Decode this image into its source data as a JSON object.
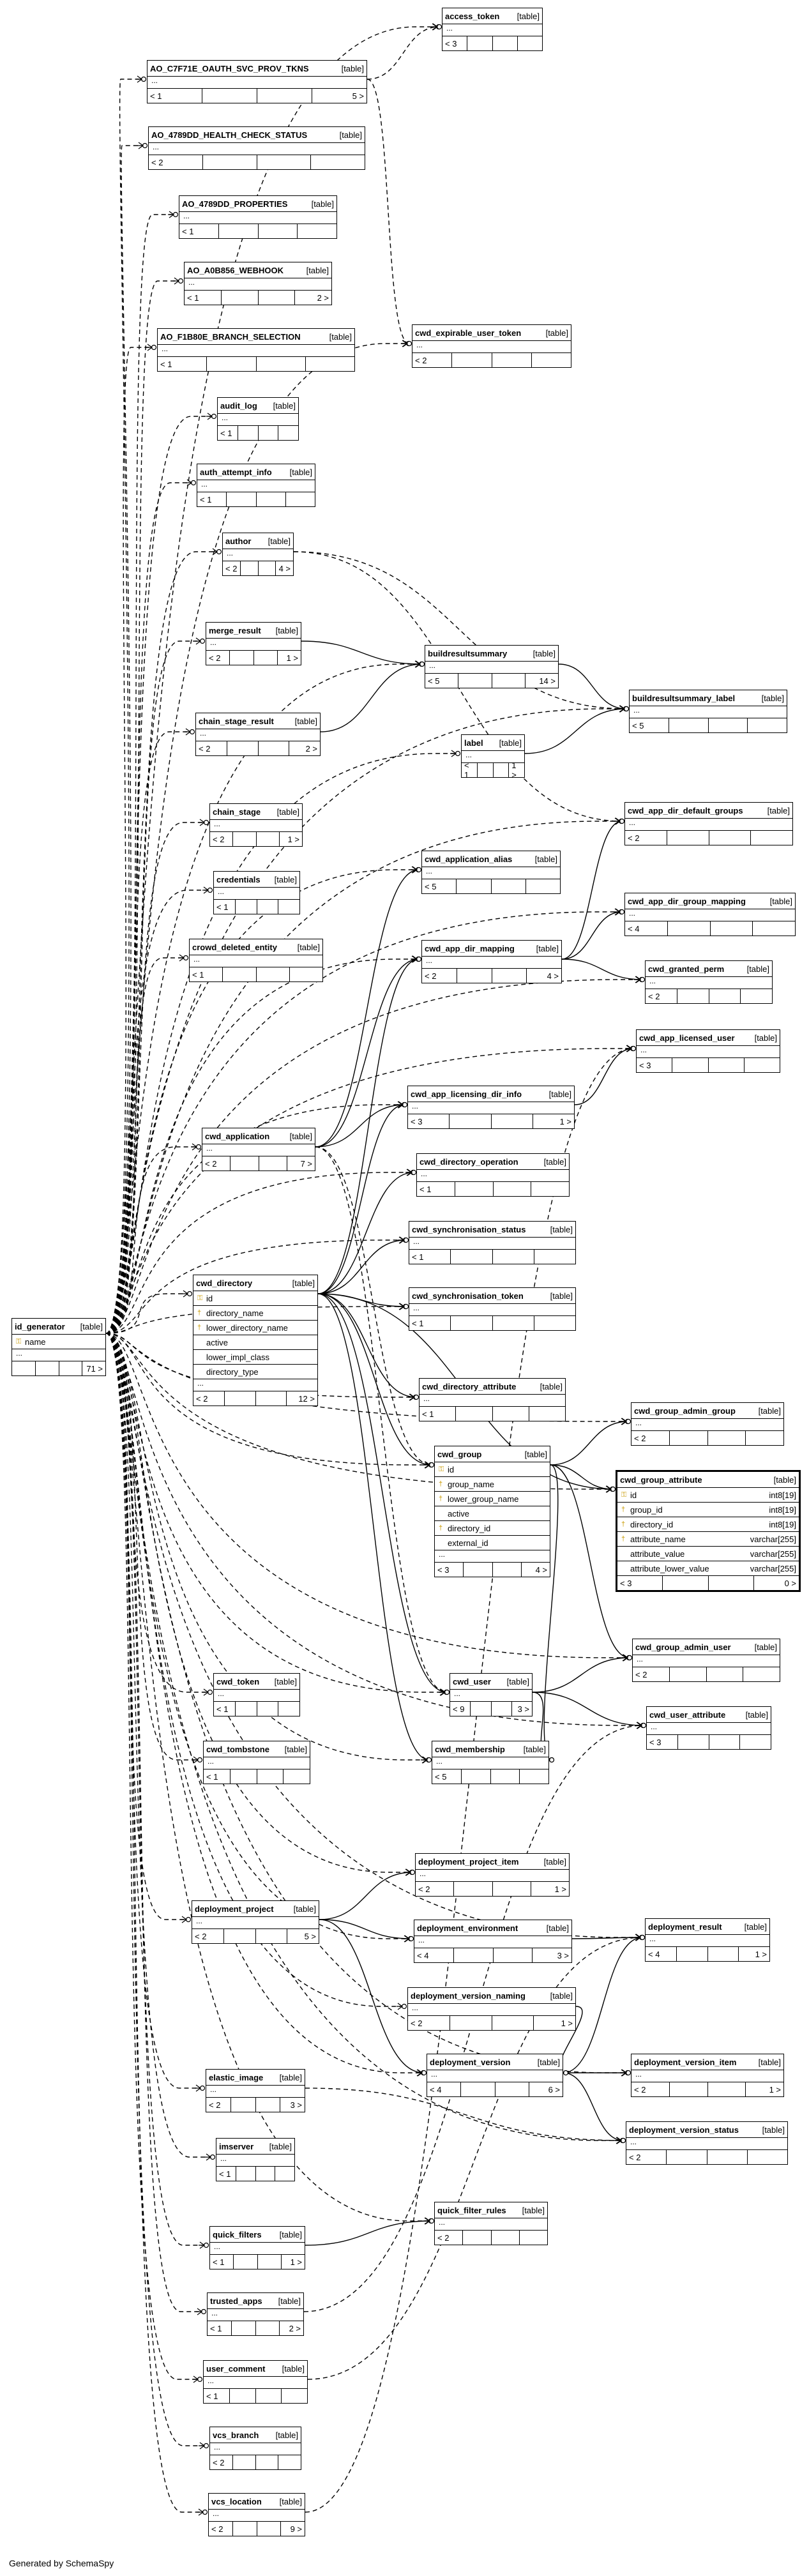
{
  "tables": [
    {
      "id": "id_generator",
      "name": "id_generator",
      "type": "[table]",
      "cols": [
        {
          "key": "pk",
          "name": "name"
        }
      ],
      "more": true,
      "parents": "",
      "children": "71 >"
    },
    {
      "id": "access_token",
      "name": "access_token",
      "type": "[table]",
      "cols": [],
      "more": true,
      "parents": "< 3",
      "children": ""
    },
    {
      "id": "ao_c7f",
      "name": "AO_C7F71E_OAUTH_SVC_PROV_TKNS",
      "type": "[table]",
      "cols": [],
      "more": true,
      "parents": "< 1",
      "children": "5 >"
    },
    {
      "id": "ao_4789_hc",
      "name": "AO_4789DD_HEALTH_CHECK_STATUS",
      "type": "[table]",
      "cols": [],
      "more": true,
      "parents": "< 2",
      "children": ""
    },
    {
      "id": "ao_4789_pr",
      "name": "AO_4789DD_PROPERTIES",
      "type": "[table]",
      "cols": [],
      "more": true,
      "parents": "< 1",
      "children": ""
    },
    {
      "id": "ao_a0b",
      "name": "AO_A0B856_WEBHOOK",
      "type": "[table]",
      "cols": [],
      "more": true,
      "parents": "< 1",
      "children": "2 >"
    },
    {
      "id": "ao_f1b",
      "name": "AO_F1B80E_BRANCH_SELECTION",
      "type": "[table]",
      "cols": [],
      "more": true,
      "parents": "< 1",
      "children": ""
    },
    {
      "id": "cwd_exp",
      "name": "cwd_expirable_user_token",
      "type": "[table]",
      "cols": [],
      "more": true,
      "parents": "< 2",
      "children": ""
    },
    {
      "id": "audit_log",
      "name": "audit_log",
      "type": "[table]",
      "cols": [],
      "more": true,
      "parents": "< 1",
      "children": ""
    },
    {
      "id": "auth_attempt",
      "name": "auth_attempt_info",
      "type": "[table]",
      "cols": [],
      "more": true,
      "parents": "< 1",
      "children": ""
    },
    {
      "id": "author",
      "name": "author",
      "type": "[table]",
      "cols": [],
      "more": true,
      "parents": "< 2",
      "children": "4 >"
    },
    {
      "id": "merge_result",
      "name": "merge_result",
      "type": "[table]",
      "cols": [],
      "more": true,
      "parents": "< 2",
      "children": "1 >"
    },
    {
      "id": "buildresultsummary",
      "name": "buildresultsummary",
      "type": "[table]",
      "cols": [],
      "more": true,
      "parents": "< 5",
      "children": "14 >"
    },
    {
      "id": "brs_label",
      "name": "buildresultsummary_label",
      "type": "[table]",
      "cols": [],
      "more": true,
      "parents": "< 5",
      "children": ""
    },
    {
      "id": "chain_stage_result",
      "name": "chain_stage_result",
      "type": "[table]",
      "cols": [],
      "more": true,
      "parents": "< 2",
      "children": "2 >"
    },
    {
      "id": "label",
      "name": "label",
      "type": "[table]",
      "cols": [],
      "more": true,
      "parents": "< 1",
      "children": "1 >"
    },
    {
      "id": "chain_stage",
      "name": "chain_stage",
      "type": "[table]",
      "cols": [],
      "more": true,
      "parents": "< 2",
      "children": "1 >"
    },
    {
      "id": "cwd_add_def",
      "name": "cwd_app_dir_default_groups",
      "type": "[table]",
      "cols": [],
      "more": true,
      "parents": "< 2",
      "children": ""
    },
    {
      "id": "credentials",
      "name": "credentials",
      "type": "[table]",
      "cols": [],
      "more": true,
      "parents": "< 1",
      "children": ""
    },
    {
      "id": "cwd_app_alias",
      "name": "cwd_application_alias",
      "type": "[table]",
      "cols": [],
      "more": true,
      "parents": "< 5",
      "children": ""
    },
    {
      "id": "cwd_adgm",
      "name": "cwd_app_dir_group_mapping",
      "type": "[table]",
      "cols": [],
      "more": true,
      "parents": "< 4",
      "children": ""
    },
    {
      "id": "crowd_del",
      "name": "crowd_deleted_entity",
      "type": "[table]",
      "cols": [],
      "more": true,
      "parents": "< 1",
      "children": ""
    },
    {
      "id": "cwd_adm",
      "name": "cwd_app_dir_mapping",
      "type": "[table]",
      "cols": [],
      "more": true,
      "parents": "< 2",
      "children": "4 >"
    },
    {
      "id": "cwd_gp",
      "name": "cwd_granted_perm",
      "type": "[table]",
      "cols": [],
      "more": true,
      "parents": "< 2",
      "children": ""
    },
    {
      "id": "cwd_alu",
      "name": "cwd_app_licensed_user",
      "type": "[table]",
      "cols": [],
      "more": true,
      "parents": "< 3",
      "children": ""
    },
    {
      "id": "cwd_aldi",
      "name": "cwd_app_licensing_dir_info",
      "type": "[table]",
      "cols": [],
      "more": true,
      "parents": "< 3",
      "children": "1 >"
    },
    {
      "id": "cwd_application",
      "name": "cwd_application",
      "type": "[table]",
      "cols": [],
      "more": true,
      "parents": "< 2",
      "children": "7 >"
    },
    {
      "id": "cwd_dir_op",
      "name": "cwd_directory_operation",
      "type": "[table]",
      "cols": [],
      "more": true,
      "parents": "< 1",
      "children": ""
    },
    {
      "id": "cwd_sync_status",
      "name": "cwd_synchronisation_status",
      "type": "[table]",
      "cols": [],
      "more": true,
      "parents": "< 1",
      "children": ""
    },
    {
      "id": "cwd_directory",
      "name": "cwd_directory",
      "type": "[table]",
      "cols": [
        {
          "key": "pk",
          "name": "id"
        },
        {
          "key": "fk",
          "name": "directory_name"
        },
        {
          "key": "fk",
          "name": "lower_directory_name"
        },
        {
          "key": "",
          "name": "active"
        },
        {
          "key": "",
          "name": "lower_impl_class"
        },
        {
          "key": "",
          "name": "directory_type"
        }
      ],
      "more": true,
      "parents": "< 2",
      "children": "12 >"
    },
    {
      "id": "cwd_sync_token",
      "name": "cwd_synchronisation_token",
      "type": "[table]",
      "cols": [],
      "more": true,
      "parents": "< 1",
      "children": ""
    },
    {
      "id": "cwd_dir_attr",
      "name": "cwd_directory_attribute",
      "type": "[table]",
      "cols": [],
      "more": true,
      "parents": "< 1",
      "children": ""
    },
    {
      "id": "cwd_gag",
      "name": "cwd_group_admin_group",
      "type": "[table]",
      "cols": [],
      "more": true,
      "parents": "< 2",
      "children": ""
    },
    {
      "id": "cwd_group",
      "name": "cwd_group",
      "type": "[table]",
      "cols": [
        {
          "key": "pk",
          "name": "id"
        },
        {
          "key": "fk",
          "name": "group_name"
        },
        {
          "key": "fk",
          "name": "lower_group_name"
        },
        {
          "key": "",
          "name": "active"
        },
        {
          "key": "fk",
          "name": "directory_id"
        },
        {
          "key": "",
          "name": "external_id"
        }
      ],
      "more": true,
      "parents": "< 3",
      "children": "4 >"
    },
    {
      "id": "cwd_group_attr",
      "name": "cwd_group_attribute",
      "type": "[table]",
      "focus": true,
      "cols": [
        {
          "key": "pk",
          "name": "id",
          "type": "int8[19]"
        },
        {
          "key": "fk",
          "name": "group_id",
          "type": "int8[19]"
        },
        {
          "key": "fk",
          "name": "directory_id",
          "type": "int8[19]"
        },
        {
          "key": "fk",
          "name": "attribute_name",
          "type": "varchar[255]"
        },
        {
          "key": "",
          "name": "attribute_value",
          "type": "varchar[255]"
        },
        {
          "key": "",
          "name": "attribute_lower_value",
          "type": "varchar[255]"
        }
      ],
      "more": false,
      "parents": "< 3",
      "children": "0 >"
    },
    {
      "id": "cwd_gau",
      "name": "cwd_group_admin_user",
      "type": "[table]",
      "cols": [],
      "more": true,
      "parents": "< 2",
      "children": ""
    },
    {
      "id": "cwd_token",
      "name": "cwd_token",
      "type": "[table]",
      "cols": [],
      "more": true,
      "parents": "< 1",
      "children": ""
    },
    {
      "id": "cwd_user",
      "name": "cwd_user",
      "type": "[table]",
      "cols": [],
      "more": true,
      "parents": "< 9",
      "children": "3 >"
    },
    {
      "id": "cwd_user_attr",
      "name": "cwd_user_attribute",
      "type": "[table]",
      "cols": [],
      "more": true,
      "parents": "< 3",
      "children": ""
    },
    {
      "id": "cwd_tombstone",
      "name": "cwd_tombstone",
      "type": "[table]",
      "cols": [],
      "more": true,
      "parents": "< 1",
      "children": ""
    },
    {
      "id": "cwd_membership",
      "name": "cwd_membership",
      "type": "[table]",
      "cols": [],
      "more": true,
      "parents": "< 5",
      "children": ""
    },
    {
      "id": "dep_proj_item",
      "name": "deployment_project_item",
      "type": "[table]",
      "cols": [],
      "more": true,
      "parents": "< 2",
      "children": "1 >"
    },
    {
      "id": "dep_project",
      "name": "deployment_project",
      "type": "[table]",
      "cols": [],
      "more": true,
      "parents": "< 2",
      "children": "5 >"
    },
    {
      "id": "dep_env",
      "name": "deployment_environment",
      "type": "[table]",
      "cols": [],
      "more": true,
      "parents": "< 4",
      "children": "3 >"
    },
    {
      "id": "dep_result",
      "name": "deployment_result",
      "type": "[table]",
      "cols": [],
      "more": true,
      "parents": "< 4",
      "children": "1 >"
    },
    {
      "id": "dep_vnaming",
      "name": "deployment_version_naming",
      "type": "[table]",
      "cols": [],
      "more": true,
      "parents": "< 2",
      "children": "1 >"
    },
    {
      "id": "dep_version",
      "name": "deployment_version",
      "type": "[table]",
      "cols": [],
      "more": true,
      "parents": "< 4",
      "children": "6 >"
    },
    {
      "id": "dep_vitem",
      "name": "deployment_version_item",
      "type": "[table]",
      "cols": [],
      "more": true,
      "parents": "< 2",
      "children": "1 >"
    },
    {
      "id": "elastic_image",
      "name": "elastic_image",
      "type": "[table]",
      "cols": [],
      "more": true,
      "parents": "< 2",
      "children": "3 >"
    },
    {
      "id": "dep_vstatus",
      "name": "deployment_version_status",
      "type": "[table]",
      "cols": [],
      "more": true,
      "parents": "< 2",
      "children": ""
    },
    {
      "id": "imserver",
      "name": "imserver",
      "type": "[table]",
      "cols": [],
      "more": true,
      "parents": "< 1",
      "children": ""
    },
    {
      "id": "qf_rules",
      "name": "quick_filter_rules",
      "type": "[table]",
      "cols": [],
      "more": true,
      "parents": "< 2",
      "children": ""
    },
    {
      "id": "quick_filters",
      "name": "quick_filters",
      "type": "[table]",
      "cols": [],
      "more": true,
      "parents": "< 1",
      "children": "1 >"
    },
    {
      "id": "trusted_apps",
      "name": "trusted_apps",
      "type": "[table]",
      "cols": [],
      "more": true,
      "parents": "< 1",
      "children": "2 >"
    },
    {
      "id": "user_comment",
      "name": "user_comment",
      "type": "[table]",
      "cols": [],
      "more": true,
      "parents": "< 1",
      "children": ""
    },
    {
      "id": "vcs_branch",
      "name": "vcs_branch",
      "type": "[table]",
      "cols": [],
      "more": true,
      "parents": "< 2",
      "children": ""
    },
    {
      "id": "vcs_location",
      "name": "vcs_location",
      "type": "[table]",
      "cols": [],
      "more": true,
      "parents": "< 2",
      "children": "9 >"
    }
  ],
  "relations": [
    {
      "from": "ao_c7f",
      "to": "access_token",
      "solid": false
    },
    {
      "from": "ao_c7f",
      "to": "cwd_exp",
      "solid": false
    },
    {
      "from": "merge_result",
      "to": "buildresultsummary",
      "solid": true
    },
    {
      "from": "chain_stage_result",
      "to": "buildresultsummary",
      "solid": true
    },
    {
      "from": "buildresultsummary",
      "to": "brs_label",
      "solid": true
    },
    {
      "from": "label",
      "to": "brs_label",
      "solid": true
    },
    {
      "from": "cwd_application",
      "to": "cwd_app_alias",
      "solid": true
    },
    {
      "from": "cwd_application",
      "to": "cwd_adm",
      "solid": true
    },
    {
      "from": "cwd_application",
      "to": "cwd_aldi",
      "solid": true
    },
    {
      "from": "cwd_adm",
      "to": "cwd_adgm",
      "solid": true
    },
    {
      "from": "cwd_adm",
      "to": "cwd_add_def",
      "solid": true
    },
    {
      "from": "cwd_adm",
      "to": "cwd_gp",
      "solid": true
    },
    {
      "from": "cwd_aldi",
      "to": "cwd_alu",
      "solid": true
    },
    {
      "from": "cwd_directory",
      "to": "cwd_adm",
      "solid": true
    },
    {
      "from": "cwd_directory",
      "to": "cwd_dir_op",
      "solid": true
    },
    {
      "from": "cwd_directory",
      "to": "cwd_sync_status",
      "solid": true
    },
    {
      "from": "cwd_directory",
      "to": "cwd_sync_token",
      "solid": true
    },
    {
      "from": "cwd_directory",
      "to": "cwd_dir_attr",
      "solid": true
    },
    {
      "from": "cwd_directory",
      "to": "cwd_group",
      "solid": true
    },
    {
      "from": "cwd_directory",
      "to": "cwd_user",
      "solid": true
    },
    {
      "from": "cwd_directory",
      "to": "cwd_membership",
      "solid": true
    },
    {
      "from": "cwd_directory",
      "to": "cwd_aldi",
      "solid": true
    },
    {
      "from": "cwd_directory",
      "to": "cwd_group_attr",
      "solid": true
    },
    {
      "from": "cwd_group",
      "to": "cwd_gag",
      "solid": true
    },
    {
      "from": "cwd_group",
      "to": "cwd_group_attr",
      "solid": true
    },
    {
      "from": "cwd_group",
      "to": "cwd_gau",
      "solid": true
    },
    {
      "from": "cwd_group",
      "to": "cwd_membership",
      "solid": true
    },
    {
      "from": "cwd_user",
      "to": "cwd_user_attr",
      "solid": true
    },
    {
      "from": "cwd_user",
      "to": "cwd_gau",
      "solid": true
    },
    {
      "from": "cwd_user",
      "to": "cwd_membership",
      "solid": true
    },
    {
      "from": "dep_project",
      "to": "dep_proj_item",
      "solid": true
    },
    {
      "from": "dep_project",
      "to": "dep_env",
      "solid": true
    },
    {
      "from": "dep_project",
      "to": "dep_version",
      "solid": true
    },
    {
      "from": "dep_env",
      "to": "dep_result",
      "solid": true
    },
    {
      "from": "dep_version",
      "to": "dep_vitem",
      "solid": true
    },
    {
      "from": "dep_version",
      "to": "dep_vstatus",
      "solid": true
    },
    {
      "from": "dep_version",
      "to": "dep_result",
      "solid": true
    },
    {
      "from": "dep_vnaming",
      "to": "dep_version",
      "solid": true
    },
    {
      "from": "quick_filters",
      "to": "qf_rules",
      "solid": true
    },
    {
      "from": "author",
      "to": "brs_label",
      "solid": false
    },
    {
      "from": "author",
      "to": "cwd_add_def",
      "solid": false
    },
    {
      "from": "vcs_location",
      "to": "cwd_alu",
      "solid": false
    },
    {
      "from": "elastic_image",
      "to": "dep_vstatus",
      "solid": false
    },
    {
      "from": "user_comment",
      "to": "dep_result",
      "solid": false
    },
    {
      "from": "trusted_apps",
      "to": "cwd_user_attr",
      "solid": false
    },
    {
      "from": "cwd_application",
      "to": "cwd_user",
      "solid": false
    },
    {
      "from": "cwd_application",
      "to": "cwd_group",
      "solid": false
    }
  ],
  "footer": "Generated by SchemaSpy"
}
